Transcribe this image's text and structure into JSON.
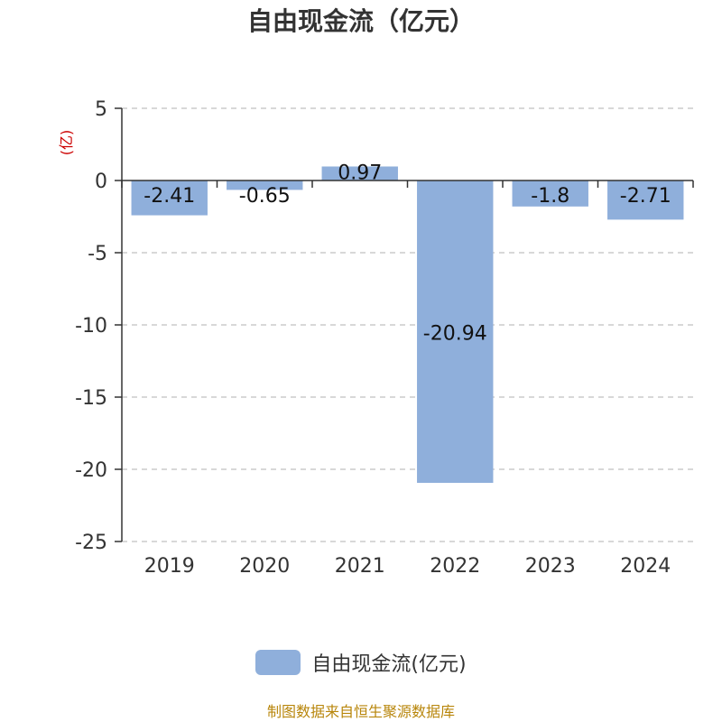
{
  "chart_data": {
    "type": "bar",
    "title": "自由现金流（亿元）",
    "ylabel": "(亿)",
    "categories": [
      "2019",
      "2020",
      "2021",
      "2022",
      "2023",
      "2024"
    ],
    "series": [
      {
        "name": "自由现金流(亿元)",
        "values": [
          -2.41,
          -0.65,
          0.97,
          -20.94,
          -1.8,
          -2.71
        ]
      }
    ],
    "data_labels": [
      "-2.41",
      "-0.65",
      "0.97",
      "-20.94",
      "-1.8",
      "-2.71"
    ],
    "yticks": [
      "5",
      "0",
      "-5",
      "-10",
      "-15",
      "-20",
      "-25"
    ],
    "ytick_values": [
      5,
      0,
      -5,
      -10,
      -15,
      -20,
      -25
    ],
    "ylim": [
      -25,
      5
    ],
    "grid": true,
    "legend_placement": "bottom-center"
  },
  "colors": {
    "bar": "#8fafdb",
    "axis": "#333333",
    "grid": "#cccccc",
    "ylabel": "#cc0000",
    "source": "#b8860b"
  },
  "source": "制图数据来自恒生聚源数据库"
}
